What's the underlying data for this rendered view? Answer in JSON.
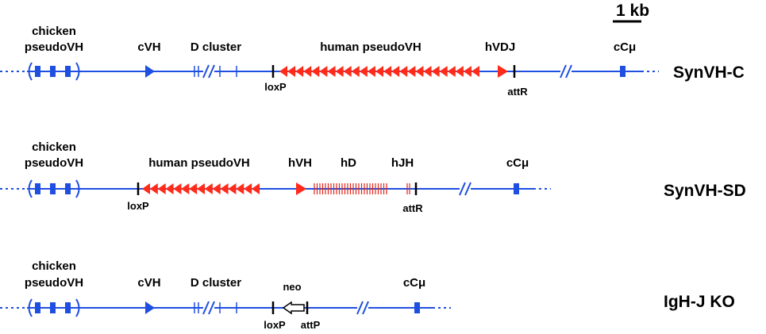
{
  "scale_bar": {
    "label": "1 kb"
  },
  "constructs": [
    {
      "name": "SynVH-C",
      "labels": {
        "chicken_line1": "chicken",
        "chicken_line2": "pseudoVH",
        "cvh": "cVH",
        "d_cluster": "D cluster",
        "human_pseudo": "human pseudoVH",
        "hvdj": "hVDJ",
        "ccmu": "cCμ",
        "loxp": "loxP",
        "attr": "attR"
      }
    },
    {
      "name": "SynVH-SD",
      "labels": {
        "chicken_line1": "chicken",
        "chicken_line2": "pseudoVH",
        "human_pseudo": "human pseudoVH",
        "hvh": "hVH",
        "hd": "hD",
        "hjh": "hJH",
        "ccmu": "cCμ",
        "loxp": "loxP",
        "attr": "attR"
      }
    },
    {
      "name": "IgH-J KO",
      "labels": {
        "chicken_line1": "chicken",
        "chicken_line2": "pseudoVH",
        "cvh": "cVH",
        "d_cluster": "D cluster",
        "neo": "neo",
        "ccmu": "cCμ",
        "loxp": "loxP",
        "attp": "attP"
      }
    }
  ],
  "colors": {
    "locus_line": "#1f4fe0",
    "human_elements": "#ff2a1a",
    "site_marks": "#000000"
  }
}
